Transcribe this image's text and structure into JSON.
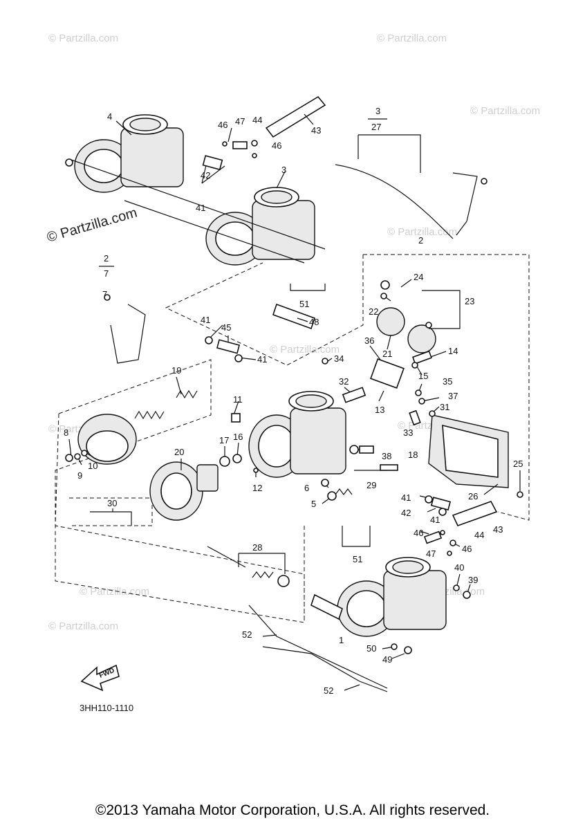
{
  "watermarks": {
    "top_left": "© Partzilla.com",
    "top_right": "© Partzilla.com",
    "mid_left": "© Partzilla.com",
    "main": "© Partzilla.com",
    "center": "© Partzilla.com",
    "right_mid": "© Partzilla.com",
    "left_mid": "© Partzilla.com",
    "center_low": "© Partzilla.com",
    "bottom_left": "© Partzilla.com",
    "bottom_center": "© Partzilla.com",
    "bottom_right": "© Partzilla.com"
  },
  "diagram_code": "3HH110-1110",
  "fwd_label": "FWD",
  "copyright": "©2013 Yamaha Motor Corporation, U.S.A. All rights reserved.",
  "callouts": [
    "1",
    "2",
    "3",
    "4",
    "5",
    "6",
    "7",
    "8",
    "9",
    "10",
    "11",
    "12",
    "13",
    "14",
    "15",
    "16",
    "17",
    "18",
    "19",
    "20",
    "21",
    "22",
    "23",
    "24",
    "25",
    "26",
    "27",
    "28",
    "29",
    "30",
    "31",
    "32",
    "33",
    "34",
    "35",
    "36",
    "37",
    "38",
    "39",
    "40",
    "41",
    "42",
    "43",
    "44",
    "45",
    "46",
    "47",
    "48",
    "49",
    "50",
    "51",
    "52"
  ],
  "group_labels": {
    "g3_top": "3",
    "g27": "27",
    "g2_left": "2",
    "g7": "7",
    "g2_right": "2"
  }
}
